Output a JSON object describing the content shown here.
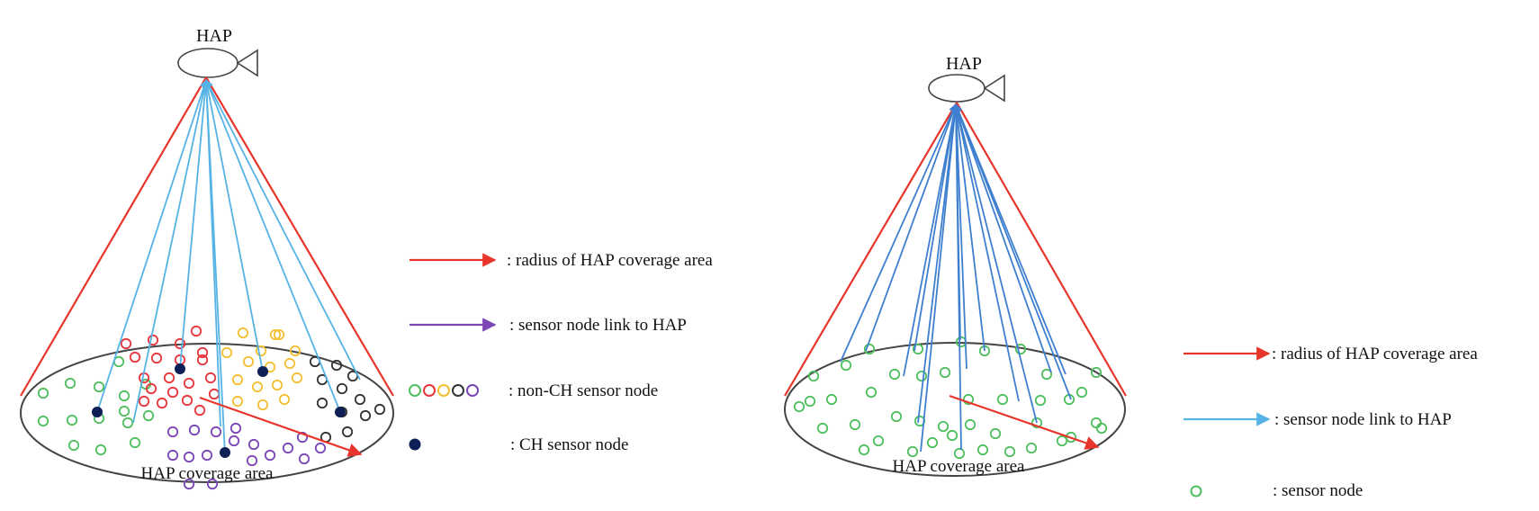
{
  "colors": {
    "red": "#e8352b",
    "light_blue": "#56b3e6",
    "mid_blue": "#3f7fd0",
    "purple": "#7a45b5",
    "green": "#4fbf5f",
    "node_red": "#e8353b",
    "yellow": "#f2c031",
    "black": "#333333",
    "ch": "#0d1f55"
  },
  "left_diagram": {
    "hap_label": "HAP",
    "area_label": "HAP coverage area",
    "legend": {
      "radius_label": ":  radius of HAP coverage area",
      "link_label": ": sensor node link to HAP",
      "non_ch_label": ": non-CH sensor node",
      "ch_label": ": CH sensor node"
    }
  },
  "right_diagram": {
    "hap_label": "HAP",
    "area_label": "HAP coverage area",
    "legend": {
      "radius_label": ":  radius of HAP coverage area",
      "link_label": ": sensor node link to  HAP",
      "node_label": ": sensor node"
    }
  }
}
